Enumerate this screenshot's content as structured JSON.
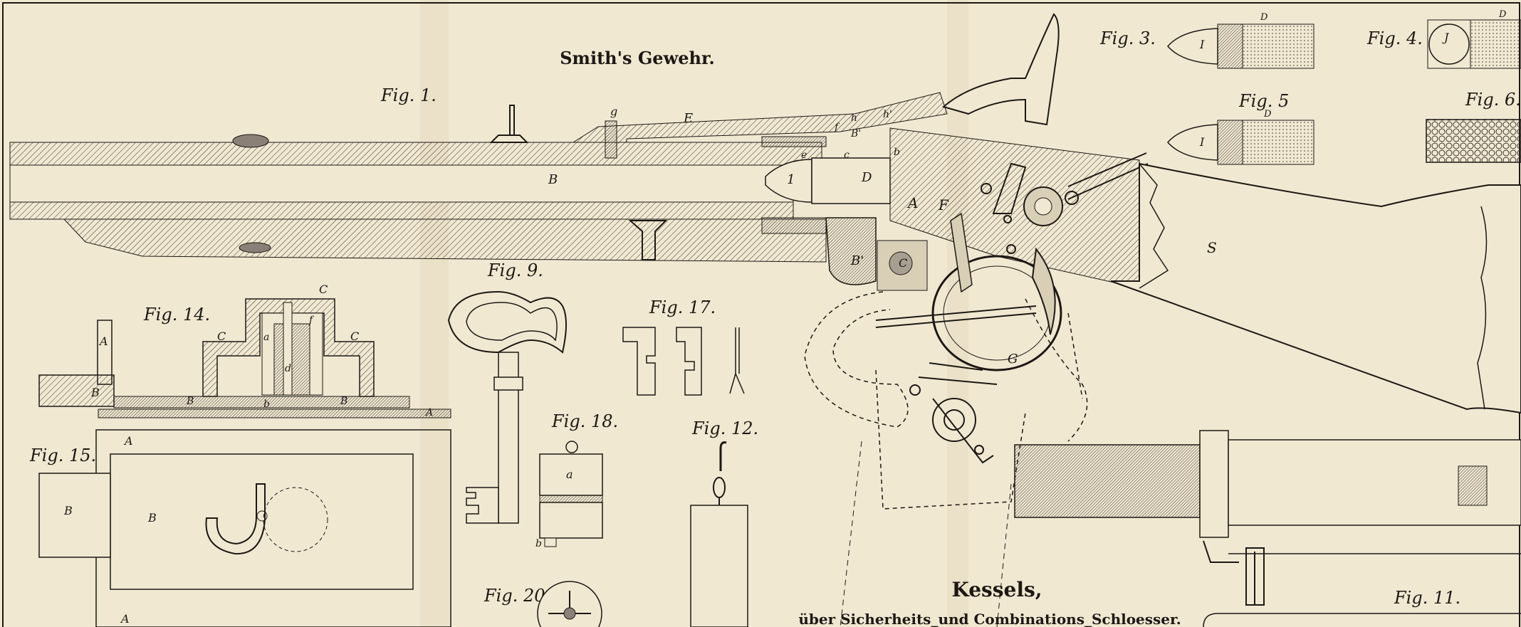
{
  "plate": {
    "main_title": "Smith's Gewehr.",
    "footer_title": "Kessels,",
    "footer_subtitle": "über Sicherheits_und Combinations_Schloesser.",
    "palette": {
      "paper": "#f1e8d2",
      "ink": "#1c1814",
      "shade": "#6c625a"
    }
  },
  "figures": {
    "fig1": "Fig. 1.",
    "fig3": "Fig. 3.",
    "fig4": "Fig. 4.",
    "fig5": "Fig. 5",
    "fig6": "Fig. 6.",
    "fig9": "Fig. 9.",
    "fig11": "Fig. 11.",
    "fig12": "Fig. 12.",
    "fig14": "Fig. 14.",
    "fig15": "Fig. 15.",
    "fig17": "Fig. 17.",
    "fig18": "Fig. 18.",
    "fig20": "Fig. 20."
  },
  "parts": {
    "B": "B",
    "E": "E",
    "g": "g",
    "h": "h",
    "h2": "h'",
    "f": "f",
    "B2": "B'",
    "b": "b",
    "c": "c",
    "e": "e",
    "one": "1",
    "D": "D",
    "A": "A",
    "F": "F",
    "S": "S",
    "C": "C",
    "G": "G",
    "I": "I",
    "J": "J",
    "a": "a",
    "d": "d"
  }
}
